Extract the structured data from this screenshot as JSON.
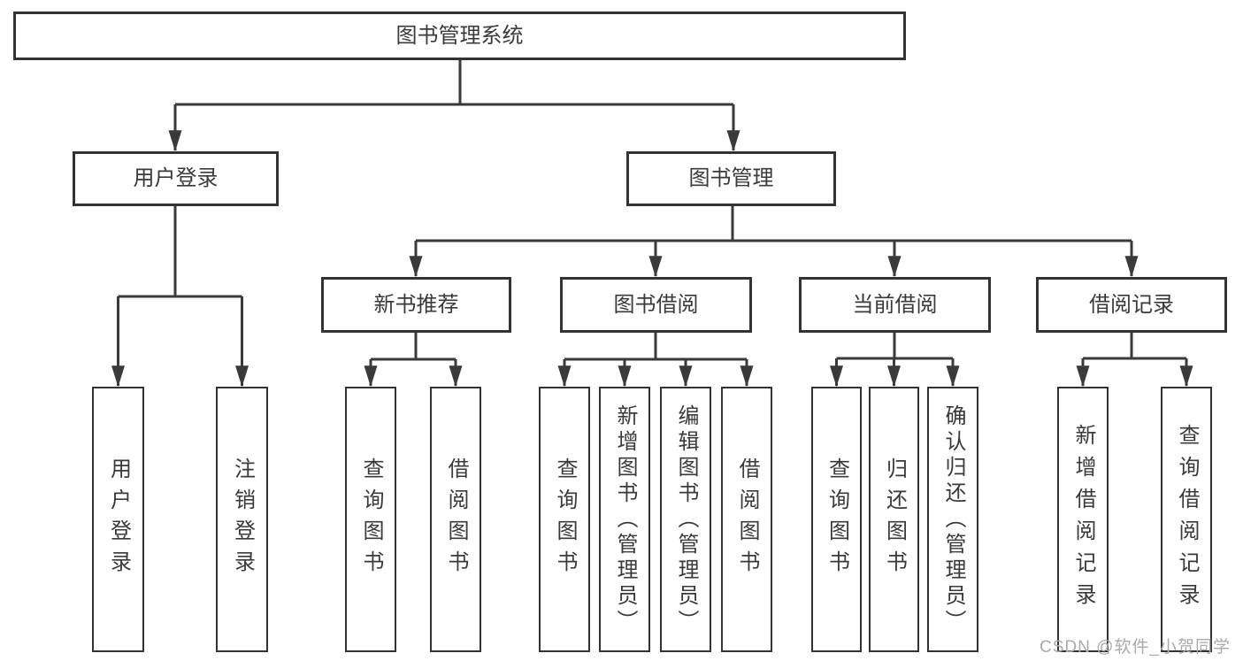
{
  "diagram": {
    "title": "图书管理系统",
    "type": "hierarchy-tree",
    "tree": {
      "label": "图书管理系统",
      "children": [
        {
          "label": "用户登录",
          "children": [
            {
              "label": "用户登录"
            },
            {
              "label": "注销登录"
            }
          ]
        },
        {
          "label": "图书管理",
          "children": [
            {
              "label": "新书推荐",
              "children": [
                {
                  "label": "查询图书"
                },
                {
                  "label": "借阅图书"
                }
              ]
            },
            {
              "label": "图书借阅",
              "children": [
                {
                  "label": "查询图书"
                },
                {
                  "label": "新增图书（管理员）"
                },
                {
                  "label": "编辑图书（管理员）"
                },
                {
                  "label": "借阅图书"
                }
              ]
            },
            {
              "label": "当前借阅",
              "children": [
                {
                  "label": "查询图书"
                },
                {
                  "label": "归还图书"
                },
                {
                  "label": "确认归还（管理员）"
                }
              ]
            },
            {
              "label": "借阅记录",
              "children": [
                {
                  "label": "新增借阅记录"
                },
                {
                  "label": "查询借阅记录"
                }
              ]
            }
          ]
        }
      ]
    },
    "colors": {
      "line": "#3a3a3a",
      "box_border": "#333333",
      "box_fill": "#ffffff",
      "text": "#3a3a3a",
      "background": "#ffffff",
      "watermark": "#ababab"
    }
  },
  "watermark": {
    "text": "CSDN @软件_小贺同学"
  }
}
